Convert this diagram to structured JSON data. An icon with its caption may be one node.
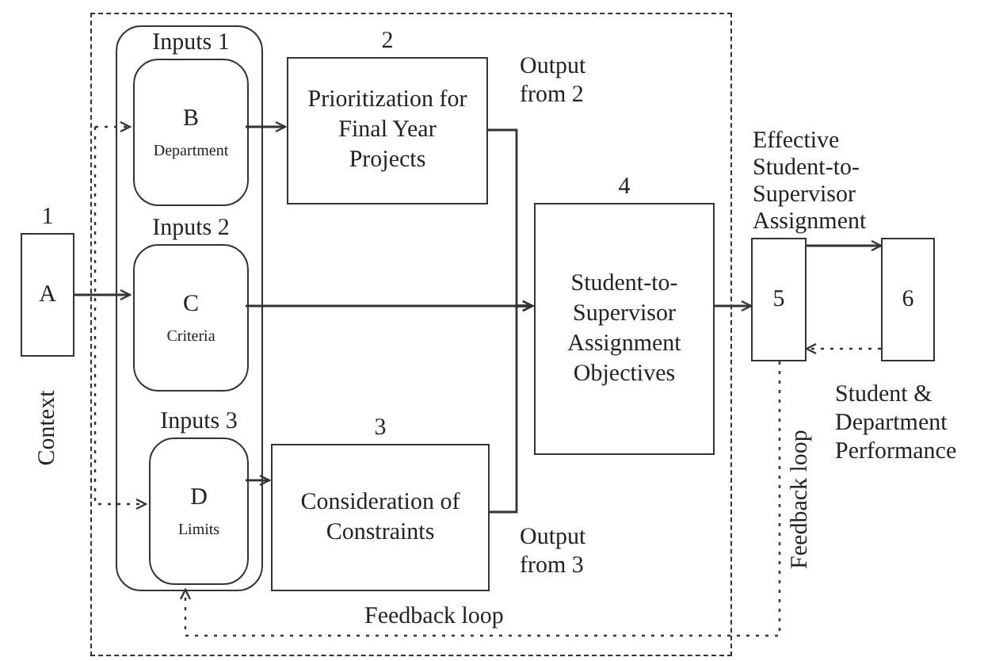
{
  "diagram": {
    "nodes": [
      {
        "text": [],
        "shape": "box"
      },
      {
        "text": [],
        "shape": "box",
        "in": 0
      },
      {
        "text": [
          "Inputs 1",
          "B",
          "Department"
        ],
        "in": 1
      },
      {
        "text": [
          "Inputs 2",
          "C",
          "Criteria"
        ],
        "in": 1
      },
      {
        "text": [
          "Inputs 3",
          "D",
          "Limits"
        ],
        "in": 1
      },
      {
        "text": [
          "2",
          "Prioritization for Final Year Projects"
        ],
        "in": 0
      },
      {
        "text": [
          "3",
          "Consideration of Constraints"
        ],
        "in": 0
      },
      {
        "text": [
          "4",
          "Student-to-Supervisor Assignment Objectives"
        ],
        "in": 0
      },
      {
        "text": [
          "1",
          "A"
        ],
        "beside": [
          "Context"
        ]
      },
      {
        "text": [
          "Effective Student-to-Supervisor Assignment",
          "5"
        ]
      },
      {
        "text": [
          "6"
        ],
        "beside": [
          "Student & Department Performance"
        ]
      }
    ],
    "edges": [
      {
        "from": null,
        "to": 2,
        "arrow": "to",
        "style": "dashed"
      },
      {
        "from": null,
        "to": 4,
        "arrow": "to",
        "style": "dashed"
      },
      {
        "from": 8,
        "to": 3,
        "arrow": "to"
      },
      {
        "from": 2,
        "to": 5,
        "arrow": "to"
      },
      {
        "from": 4,
        "to": 6,
        "arrow": "to"
      },
      {
        "from": 3,
        "to": 7,
        "arrow": "to"
      },
      {
        "from": 5,
        "to": 7,
        "arrow": "to",
        "label": "Output from 2"
      },
      {
        "from": 6,
        "to": 7,
        "arrow": "to",
        "label": "Output from 3"
      },
      {
        "from": 7,
        "to": 9,
        "arrow": "to"
      },
      {
        "from": 9,
        "to": 10,
        "arrow": "to"
      },
      {
        "from": 10,
        "to": 9,
        "arrow": "to",
        "style": "dashed"
      },
      {
        "from": 9,
        "to": 1,
        "arrow": "to",
        "style": "dashed",
        "label": "Feedback loop"
      }
    ],
    "labels": [
      "Feedback loop"
    ]
  }
}
